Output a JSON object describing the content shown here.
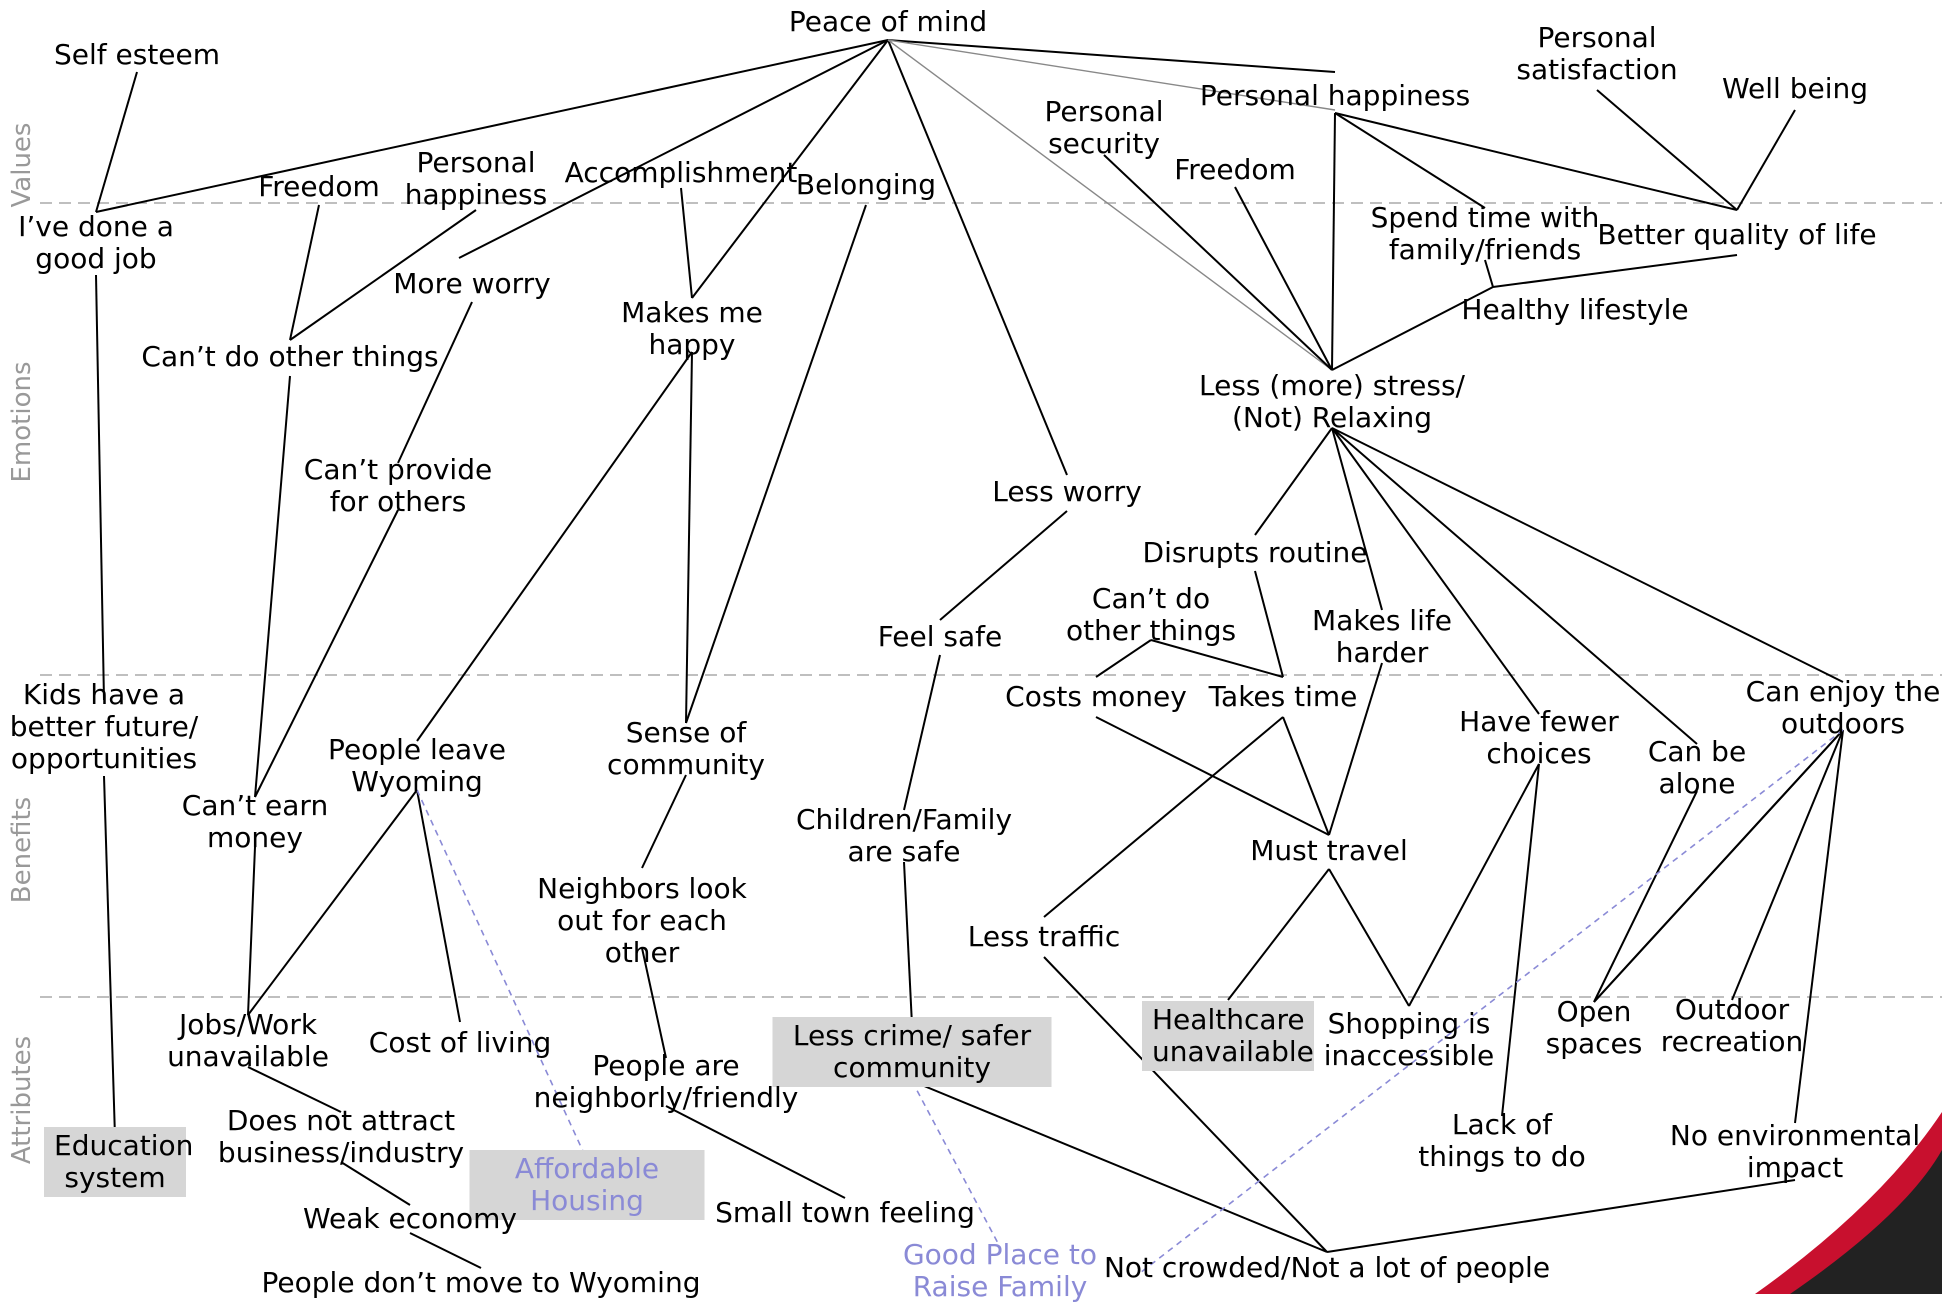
{
  "bands": {
    "values": "Values",
    "emotions": "Emotions",
    "benefits": "Benefits",
    "attributes": "Attributes"
  },
  "nodes": {
    "peace_of_mind": "Peace of mind",
    "self_esteem": "Self esteem",
    "done_good_job": "I’ve done a\ngood job",
    "freedom_left": "Freedom",
    "personal_happiness_left": "Personal\nhappiness",
    "accomplishment": "Accomplishment",
    "belonging": "Belonging",
    "more_worry": "More worry",
    "cant_do_other_things_top": "Can’t do other things",
    "makes_me_happy": "Makes me\nhappy",
    "cant_provide": "Can’t provide\nfor others",
    "personal_security": "Personal\nsecurity",
    "freedom_right": "Freedom",
    "personal_happiness_right": "Personal happiness",
    "personal_satisfaction": "Personal\nsatisfaction",
    "well_being": "Well being",
    "spend_time": "Spend time with\nfamily/friends",
    "better_quality": "Better quality of life",
    "healthy_lifestyle": "Healthy lifestyle",
    "less_stress": "Less (more) stress/\n(Not) Relaxing",
    "less_worry": "Less worry",
    "disrupts_routine": "Disrupts routine",
    "cant_do_other_things_mid": "Can’t do\nother things",
    "makes_life_harder": "Makes life\nharder",
    "feel_safe": "Feel safe",
    "kids_future": "Kids have a\nbetter future/\nopportunities",
    "people_leave": "People leave\nWyoming",
    "sense_of_community": "Sense of\ncommunity",
    "costs_money": "Costs money",
    "takes_time": "Takes time",
    "have_fewer_choices": "Have fewer\nchoices",
    "can_enjoy_outdoors": "Can enjoy the\noutdoors",
    "can_be_alone": "Can be\nalone",
    "cant_earn_money": "Can’t earn\nmoney",
    "children_safe": "Children/Family\nare safe",
    "must_travel": "Must travel",
    "neighbors_look_out": "Neighbors look\nout for each\nother",
    "less_traffic": "Less traffic",
    "jobs_unavailable": "Jobs/Work\nunavailable",
    "cost_of_living": "Cost of living",
    "less_crime": "Less crime/ safer\ncommunity",
    "healthcare": "Healthcare\nunavailable",
    "shopping": "Shopping is\ninaccessible",
    "open_spaces": "Open\nspaces",
    "outdoor_recreation": "Outdoor\nrecreation",
    "people_neighborly": "People are\nneighborly/friendly",
    "not_attract_business": "Does not attract\nbusiness/industry",
    "education_system": "Education\nsystem",
    "affordable_housing": "Affordable\nHousing",
    "lack_of_things": "Lack of\nthings to do",
    "no_env_impact": "No environmental\nimpact",
    "weak_economy": "Weak economy",
    "small_town": "Small town feeling",
    "good_place": "Good Place to\nRaise Family",
    "not_crowded": "Not crowded/Not a lot of people",
    "people_dont_move": "People don’t move to Wyoming"
  },
  "colors": {
    "link": "#000000",
    "secondary_link": "#888888",
    "dashed_link": "#8a8ad6",
    "band_label": "#999999",
    "highlight_box": "#d6d6d6",
    "corner_dark": "#222222",
    "corner_red": "#c8102e"
  }
}
